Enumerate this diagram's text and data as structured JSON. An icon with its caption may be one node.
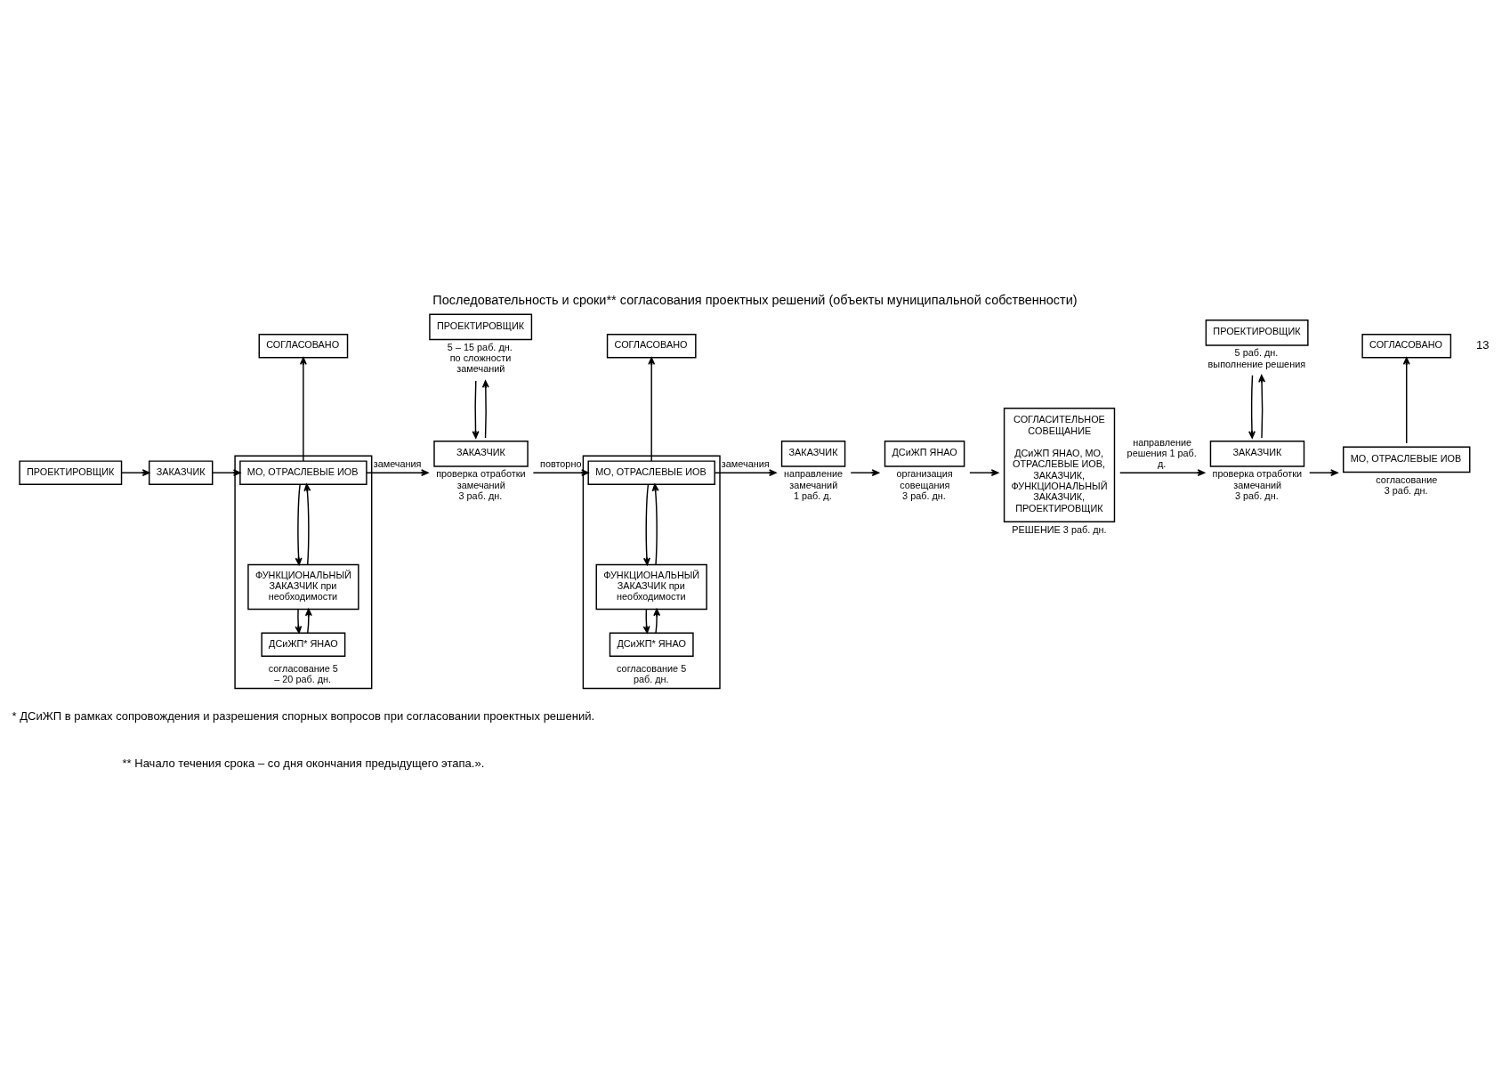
{
  "diagram": {
    "title": "Последовательность и сроки** согласования проектных решений (объекты муниципальной собственности)",
    "nodes": [
      {
        "text": [
          "ПРОЕКТИРОВЩИК"
        ]
      },
      {
        "text": [
          "ЗАКАЗЧИК"
        ]
      },
      {
        "text": [
          "СОГЛАСОВАНО"
        ]
      },
      {
        "text": [],
        "shape": "box",
        "beside": [
          "согласование 5 – 20 раб. дн."
        ]
      },
      {
        "text": [
          "МО, ОТРАСЛЕВЫЕ ИОВ"
        ],
        "in": 3
      },
      {
        "text": [
          "ФУНКЦИОНАЛЬНЫЙ ЗАКАЗЧИК при необходимости"
        ],
        "in": 3
      },
      {
        "text": [
          "ДСиЖП* ЯНАО"
        ],
        "in": 3
      },
      {
        "text": [
          "ПРОЕКТИРОВЩИК"
        ],
        "beside": [
          "5 – 15 раб. дн.",
          "по сложности замечаний"
        ]
      },
      {
        "text": [
          "ЗАКАЗЧИК"
        ],
        "beside": [
          "проверка отработки замечаний",
          "3 раб. дн."
        ]
      },
      {
        "text": [
          "СОГЛАСОВАНО"
        ]
      },
      {
        "text": [],
        "shape": "box",
        "beside": [
          "согласование 5 раб. дн."
        ]
      },
      {
        "text": [
          "МО, ОТРАСЛЕВЫЕ ИОВ"
        ],
        "in": 10
      },
      {
        "text": [
          "ФУНКЦИОНАЛЬНЫЙ ЗАКАЗЧИК при необходимости"
        ],
        "in": 10
      },
      {
        "text": [
          "ДСиЖП* ЯНАО"
        ],
        "in": 10
      },
      {
        "text": [
          "ЗАКАЗЧИК"
        ],
        "beside": [
          "направление замечаний",
          "1 раб. д."
        ]
      },
      {
        "text": [
          "ДСиЖП ЯНАО"
        ],
        "beside": [
          "организация совещания",
          "3 раб. дн."
        ]
      },
      {
        "text": [
          "СОГЛАСИТЕЛЬНОЕ СОВЕЩАНИЕ",
          "ДСиЖП ЯНАО, МО, ОТРАСЛЕВЫЕ ИОВ, ЗАКАЗЧИК, ФУНКЦИОНАЛЬНЫЙ ЗАКАЗЧИК, ПРОЕКТИРОВЩИК"
        ],
        "beside": [
          "РЕШЕНИЕ 3 раб. дн."
        ]
      },
      {
        "text": [
          "ПРОЕКТИРОВЩИК"
        ],
        "beside": [
          "5 раб. дн. выполнение решения"
        ]
      },
      {
        "text": [
          "СОГЛАСОВАНО"
        ]
      },
      {
        "text": [
          "ЗАКАЗЧИК"
        ],
        "beside": [
          "проверка отработки замечаний",
          "3 раб. дн."
        ]
      },
      {
        "text": [
          "МО, ОТРАСЛЕВЫЕ ИОВ"
        ],
        "beside": [
          "согласование",
          "3 раб. дн."
        ]
      }
    ],
    "edges": [
      {
        "from": 0,
        "to": 1,
        "arrow": "to"
      },
      {
        "from": 1,
        "to": 4,
        "arrow": "to"
      },
      {
        "from": 4,
        "to": 2,
        "arrow": "to"
      },
      {
        "from": 4,
        "to": 5,
        "arrow": "to"
      },
      {
        "from": 5,
        "to": 4,
        "arrow": "to"
      },
      {
        "from": 5,
        "to": 6,
        "arrow": "to"
      },
      {
        "from": 6,
        "to": 5,
        "arrow": "to"
      },
      {
        "from": 4,
        "to": 8,
        "arrow": "to",
        "label": "замечания"
      },
      {
        "from": 7,
        "to": 8,
        "arrow": "to"
      },
      {
        "from": 8,
        "to": 7,
        "arrow": "to"
      },
      {
        "from": 8,
        "to": 11,
        "arrow": "to",
        "label": "повторно"
      },
      {
        "from": 11,
        "to": 9,
        "arrow": "to"
      },
      {
        "from": 11,
        "to": 12,
        "arrow": "to"
      },
      {
        "from": 12,
        "to": 11,
        "arrow": "to"
      },
      {
        "from": 12,
        "to": 13,
        "arrow": "to"
      },
      {
        "from": 13,
        "to": 12,
        "arrow": "to"
      },
      {
        "from": 11,
        "to": 14,
        "arrow": "to",
        "label": "замечания"
      },
      {
        "from": 14,
        "to": 15,
        "arrow": "to"
      },
      {
        "from": 15,
        "to": 16,
        "arrow": "to"
      },
      {
        "from": 16,
        "to": 19,
        "arrow": "to",
        "label": "направление решения 1 раб. д."
      },
      {
        "from": 17,
        "to": 19,
        "arrow": "to"
      },
      {
        "from": 19,
        "to": 17,
        "arrow": "to"
      },
      {
        "from": 19,
        "to": 20,
        "arrow": "to"
      },
      {
        "from": 20,
        "to": 18,
        "arrow": "to"
      }
    ],
    "labels": [
      "13",
      "* ДСиЖП в рамках сопровождения и разрешения спорных вопросов при согласовании проектных решений.",
      "** Начало течения срока – со дня окончания предыдущего этапа.»."
    ]
  }
}
